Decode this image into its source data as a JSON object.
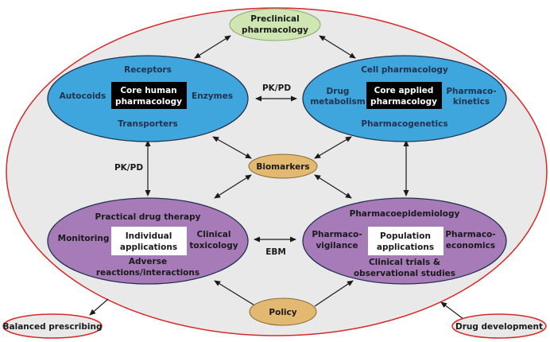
{
  "preclinical": [
    "Preclinical",
    "pharmacology"
  ],
  "core_human": {
    "top": "Receptors",
    "left": "Autocoids",
    "right": "Enzymes",
    "bottom": "Transporters",
    "center": [
      "Core human",
      "pharmacology"
    ]
  },
  "core_applied": {
    "top": "Cell pharmacology",
    "left": [
      "Drug",
      "metabolism"
    ],
    "right": [
      "Pharmaco-",
      "kinetics"
    ],
    "bottom": "Pharmacogenetics",
    "center": [
      "Core applied",
      "pharmacology"
    ]
  },
  "pkpd_h": "PK/PD",
  "pkpd_v": "PK/PD",
  "biomarkers": "Biomarkers",
  "individual": {
    "top": "Practical drug therapy",
    "left": "Monitoring",
    "right": [
      "Clinical",
      "toxicology"
    ],
    "bottom": [
      "Adverse",
      "reactions/interactions"
    ],
    "center": [
      "Individual",
      "applications"
    ]
  },
  "population": {
    "top": "Pharmacoepidemiology",
    "left": [
      "Pharmaco-",
      "vigilance"
    ],
    "right": [
      "Pharmaco-",
      "economics"
    ],
    "bottom": [
      "Clinical trials &",
      "observational studies"
    ],
    "center": [
      "Population",
      "applications"
    ]
  },
  "ebm": "EBM",
  "policy": "Policy",
  "balanced": "Balanced prescribing",
  "drug_dev": "Drug development"
}
